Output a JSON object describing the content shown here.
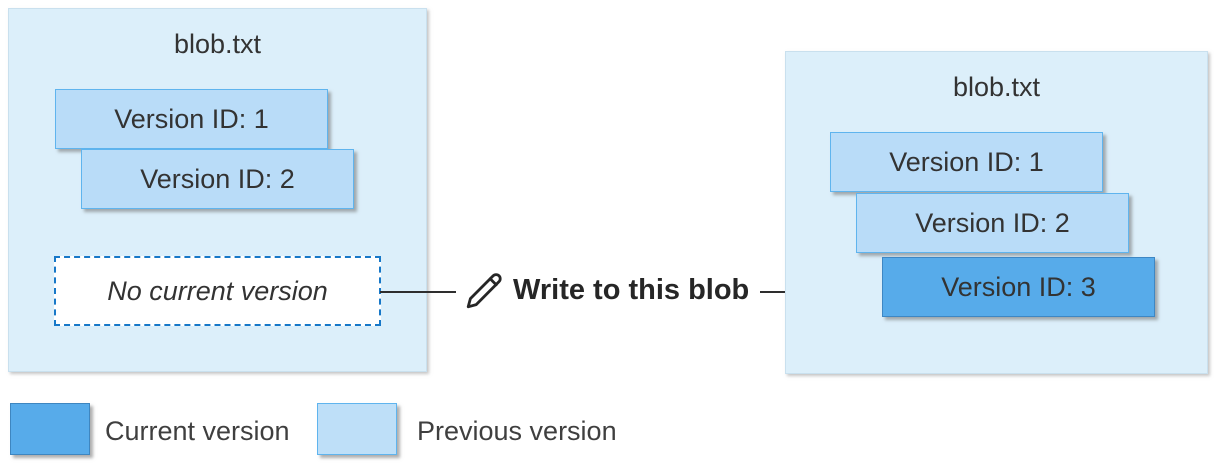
{
  "left_blob": {
    "title": "blob.txt",
    "versions": [
      {
        "label": "Version ID: 1",
        "state": "previous"
      },
      {
        "label": "Version ID: 2",
        "state": "previous"
      }
    ],
    "placeholder": "No current version"
  },
  "action": {
    "icon": "pencil-icon",
    "label": "Write to this blob"
  },
  "right_blob": {
    "title": "blob.txt",
    "versions": [
      {
        "label": "Version ID: 1",
        "state": "previous"
      },
      {
        "label": "Version ID: 2",
        "state": "previous"
      },
      {
        "label": "Version ID: 3",
        "state": "current"
      }
    ]
  },
  "legend": [
    {
      "label": "Current version",
      "color": "#57abea"
    },
    {
      "label": "Previous version",
      "color": "#bedff8"
    }
  ],
  "colors": {
    "card_background": "#dceffa",
    "previous_version_fill": "#b9dcf8",
    "previous_version_border": "#5fb4ee",
    "current_version_fill": "#57abea",
    "dashed_border": "#1778c8",
    "arrow": "#2e2e2e",
    "text": "#333333"
  }
}
